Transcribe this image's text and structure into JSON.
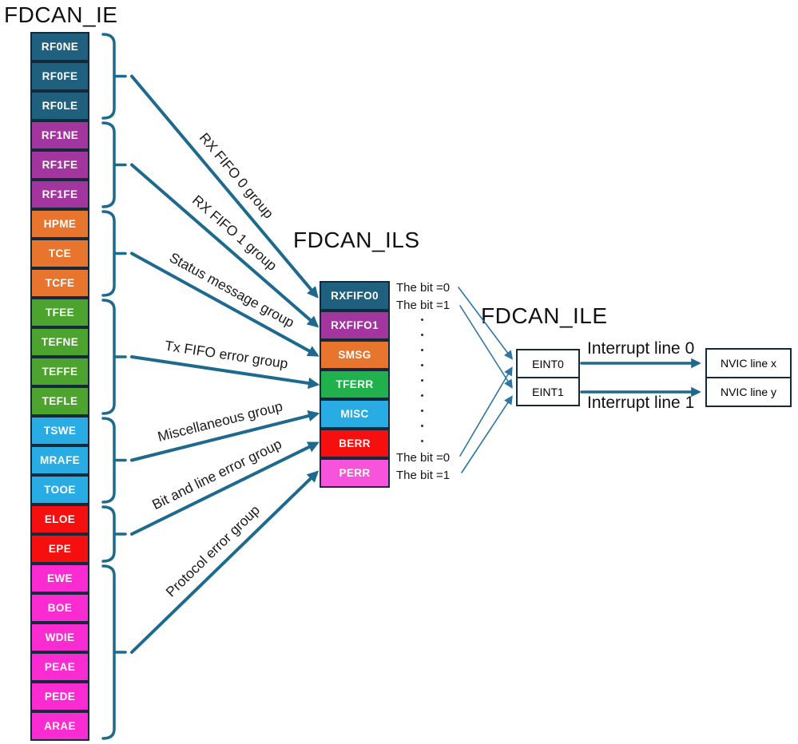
{
  "diagram": {
    "fdcan_ie": {
      "title": "FDCAN_IE",
      "bits": [
        {
          "label": "RF0NE",
          "color": "#20607F"
        },
        {
          "label": "RF0FE",
          "color": "#20607F"
        },
        {
          "label": "RF0LE",
          "color": "#20607F"
        },
        {
          "label": "RF1NE",
          "color": "#A2359E"
        },
        {
          "label": "RF1FE",
          "color": "#A2359E"
        },
        {
          "label": "RF1FE",
          "color": "#A2359E"
        },
        {
          "label": "HPME",
          "color": "#E8752D"
        },
        {
          "label": "TCE",
          "color": "#E8752D"
        },
        {
          "label": "TCFE",
          "color": "#E8752D"
        },
        {
          "label": "TFEE",
          "color": "#4CA32E"
        },
        {
          "label": "TEFNE",
          "color": "#4CA32E"
        },
        {
          "label": "TEFFE",
          "color": "#4CA32E"
        },
        {
          "label": "TEFLE",
          "color": "#4CA32E"
        },
        {
          "label": "TSWE",
          "color": "#29ACE3"
        },
        {
          "label": "MRAFE",
          "color": "#29ACE3"
        },
        {
          "label": "TOOE",
          "color": "#29ACE3"
        },
        {
          "label": "ELOE",
          "color": "#F50F0F"
        },
        {
          "label": "EPE",
          "color": "#F50F0F"
        },
        {
          "label": "EWE",
          "color": "#FA2BD1"
        },
        {
          "label": "BOE",
          "color": "#FA2BD1"
        },
        {
          "label": "WDIE",
          "color": "#FA2BD1"
        },
        {
          "label": "PEAE",
          "color": "#FA2BD1"
        },
        {
          "label": "PEDE",
          "color": "#FA2BD1"
        },
        {
          "label": "ARAE",
          "color": "#FA2BD1"
        }
      ]
    },
    "groups": [
      {
        "label": "RX FIFO 0 group"
      },
      {
        "label": "RX FIFO 1 group"
      },
      {
        "label": "Status message group"
      },
      {
        "label": "Tx FIFO error group"
      },
      {
        "label": "Miscellaneous group"
      },
      {
        "label": "Bit and line error group"
      },
      {
        "label": "Protocol error group"
      }
    ],
    "fdcan_ils": {
      "title": "FDCAN_ILS",
      "bits": [
        {
          "label": "RXFIFO0",
          "color": "#20607F"
        },
        {
          "label": "RXFIFO1",
          "color": "#A2359E"
        },
        {
          "label": "SMSG",
          "color": "#E8752D"
        },
        {
          "label": "TFERR",
          "color": "#21B14C"
        },
        {
          "label": "MISC",
          "color": "#29ACE3"
        },
        {
          "label": "BERR",
          "color": "#F50F0F"
        },
        {
          "label": "PERR",
          "color": "#F853DB"
        }
      ]
    },
    "bit_notes": {
      "top": [
        {
          "label": "The bit =0"
        },
        {
          "label": "The bit =1"
        }
      ],
      "bottom": [
        {
          "label": "The bit =0"
        },
        {
          "label": "The bit =1"
        }
      ]
    },
    "fdcan_ile": {
      "title": "FDCAN_ILE",
      "bits": [
        {
          "label": "EINT0"
        },
        {
          "label": "EINT1"
        }
      ]
    },
    "interrupt_lines": [
      {
        "label": "Interrupt line 0"
      },
      {
        "label": "Interrupt line 1"
      }
    ],
    "nvic": [
      {
        "label": "NVIC line x"
      },
      {
        "label": "NVIC line y"
      }
    ],
    "accent_colors": {
      "arrow": "#1D6A8E",
      "thin_arrow": "#2E75A3",
      "box_border": "#14293A"
    }
  }
}
